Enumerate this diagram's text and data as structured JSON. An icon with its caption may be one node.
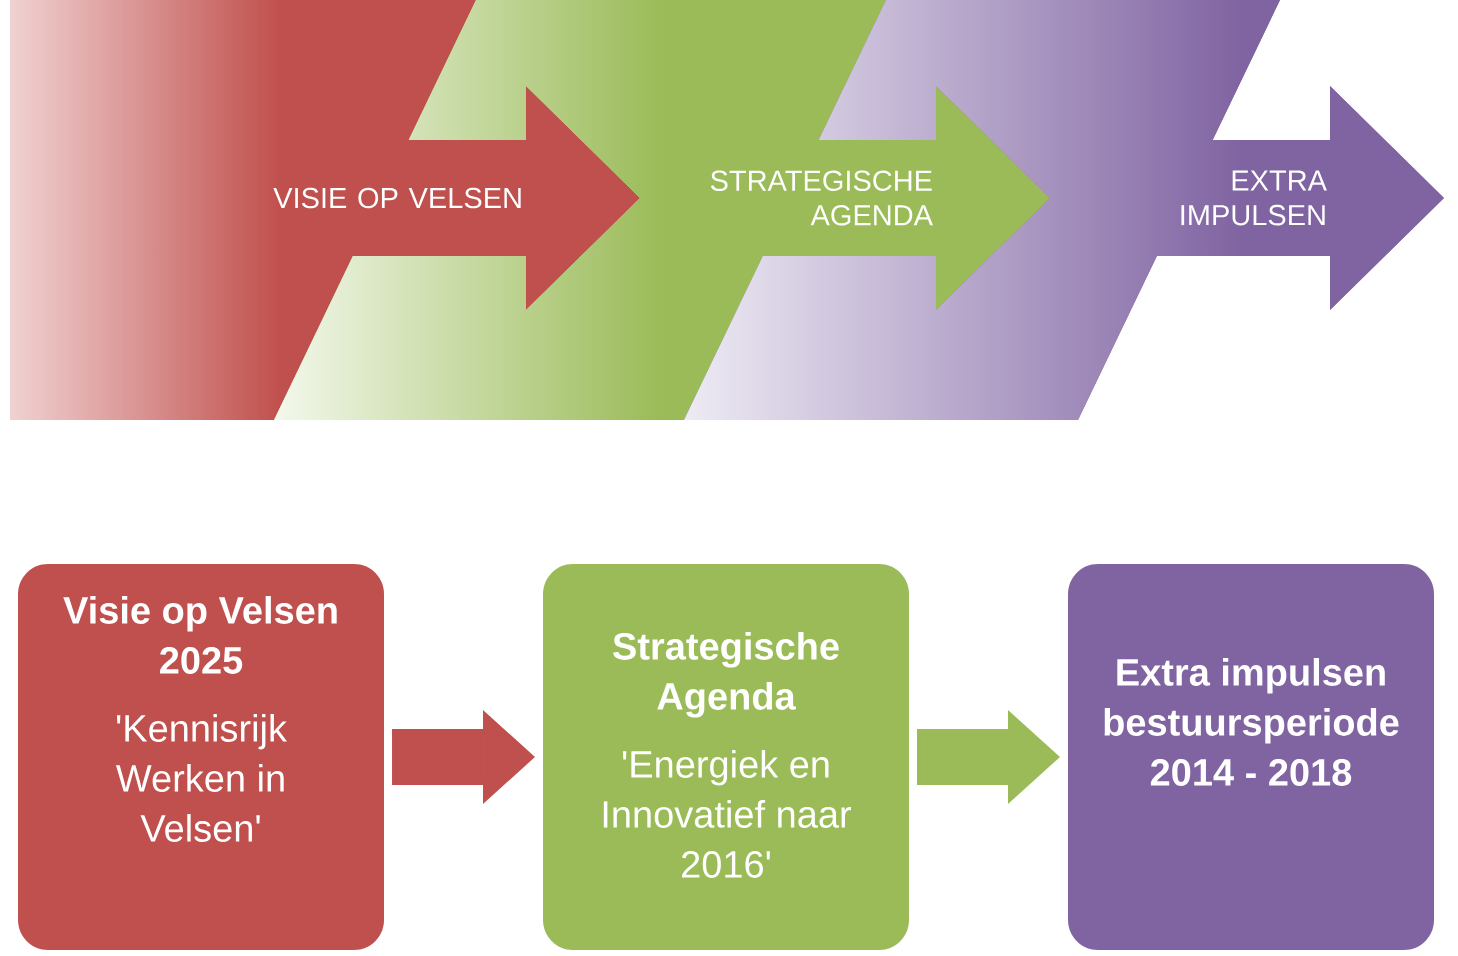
{
  "diagram": {
    "nodes": [
      {
        "text": [
          "VISIE OP VELSEN"
        ]
      },
      {
        "text": [
          "STRATEGISCHE AGENDA"
        ]
      },
      {
        "text": [
          "EXTRA IMPULSEN"
        ]
      },
      {
        "text": [
          "Visie op Velsen 2025",
          "'Kennisrijk Werken in Velsen'"
        ]
      },
      {
        "text": [
          "Strategische Agenda",
          "'Energiek en Innovatief naar 2016'"
        ]
      },
      {
        "text": [
          "Extra impulsen bestuursperiode 2014 - 2018"
        ]
      }
    ],
    "edges": [
      {
        "from": 3,
        "to": 4,
        "arrow": "to",
        "color": "#c0504d"
      },
      {
        "from": 4,
        "to": 5,
        "arrow": "to",
        "color": "#9bbb59"
      }
    ]
  }
}
